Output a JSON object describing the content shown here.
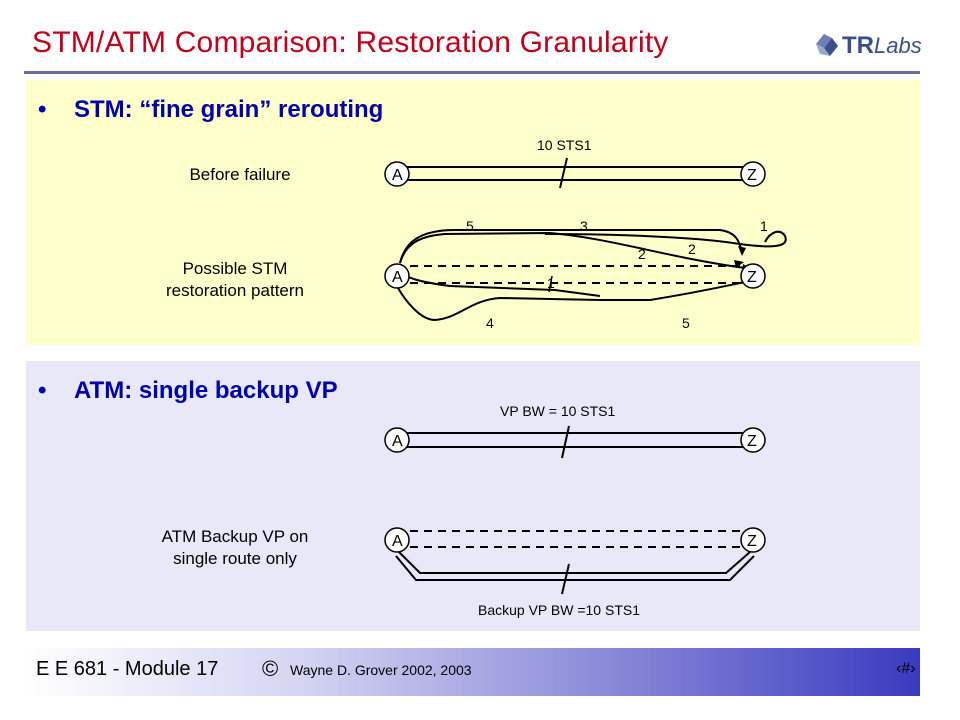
{
  "title": "STM/ATM Comparison: Restoration Granularity",
  "logo": {
    "mark": "TR",
    "text": "Labs"
  },
  "stm": {
    "heading": "STM: “fine grain” rerouting",
    "before_label": "Before failure",
    "capacity_label": "10 STS1",
    "after_label_line1": "Possible STM",
    "after_label_line2": "restoration pattern",
    "route_numbers": [
      "5",
      "3",
      "1",
      "2",
      "2",
      "1",
      "4",
      "5"
    ]
  },
  "atm": {
    "heading": "ATM: single backup VP",
    "vp_label": "VP BW = 10 STS1",
    "backup_label_line1": "ATM Backup VP on",
    "backup_label_line2": "single route only",
    "backup_bw_label": "Backup VP BW =10 STS1"
  },
  "nodes": {
    "a": "A",
    "z": "Z"
  },
  "footer": {
    "course": "E E 681 - Module 17",
    "copyright": "©",
    "author": "Wayne D. Grover 2002, 2003",
    "page": "‹#›"
  },
  "colors": {
    "title": "#c0001a",
    "heading": "#0000a8",
    "stm_panel": "#ffffcc",
    "atm_panel": "#e8e8f8"
  }
}
